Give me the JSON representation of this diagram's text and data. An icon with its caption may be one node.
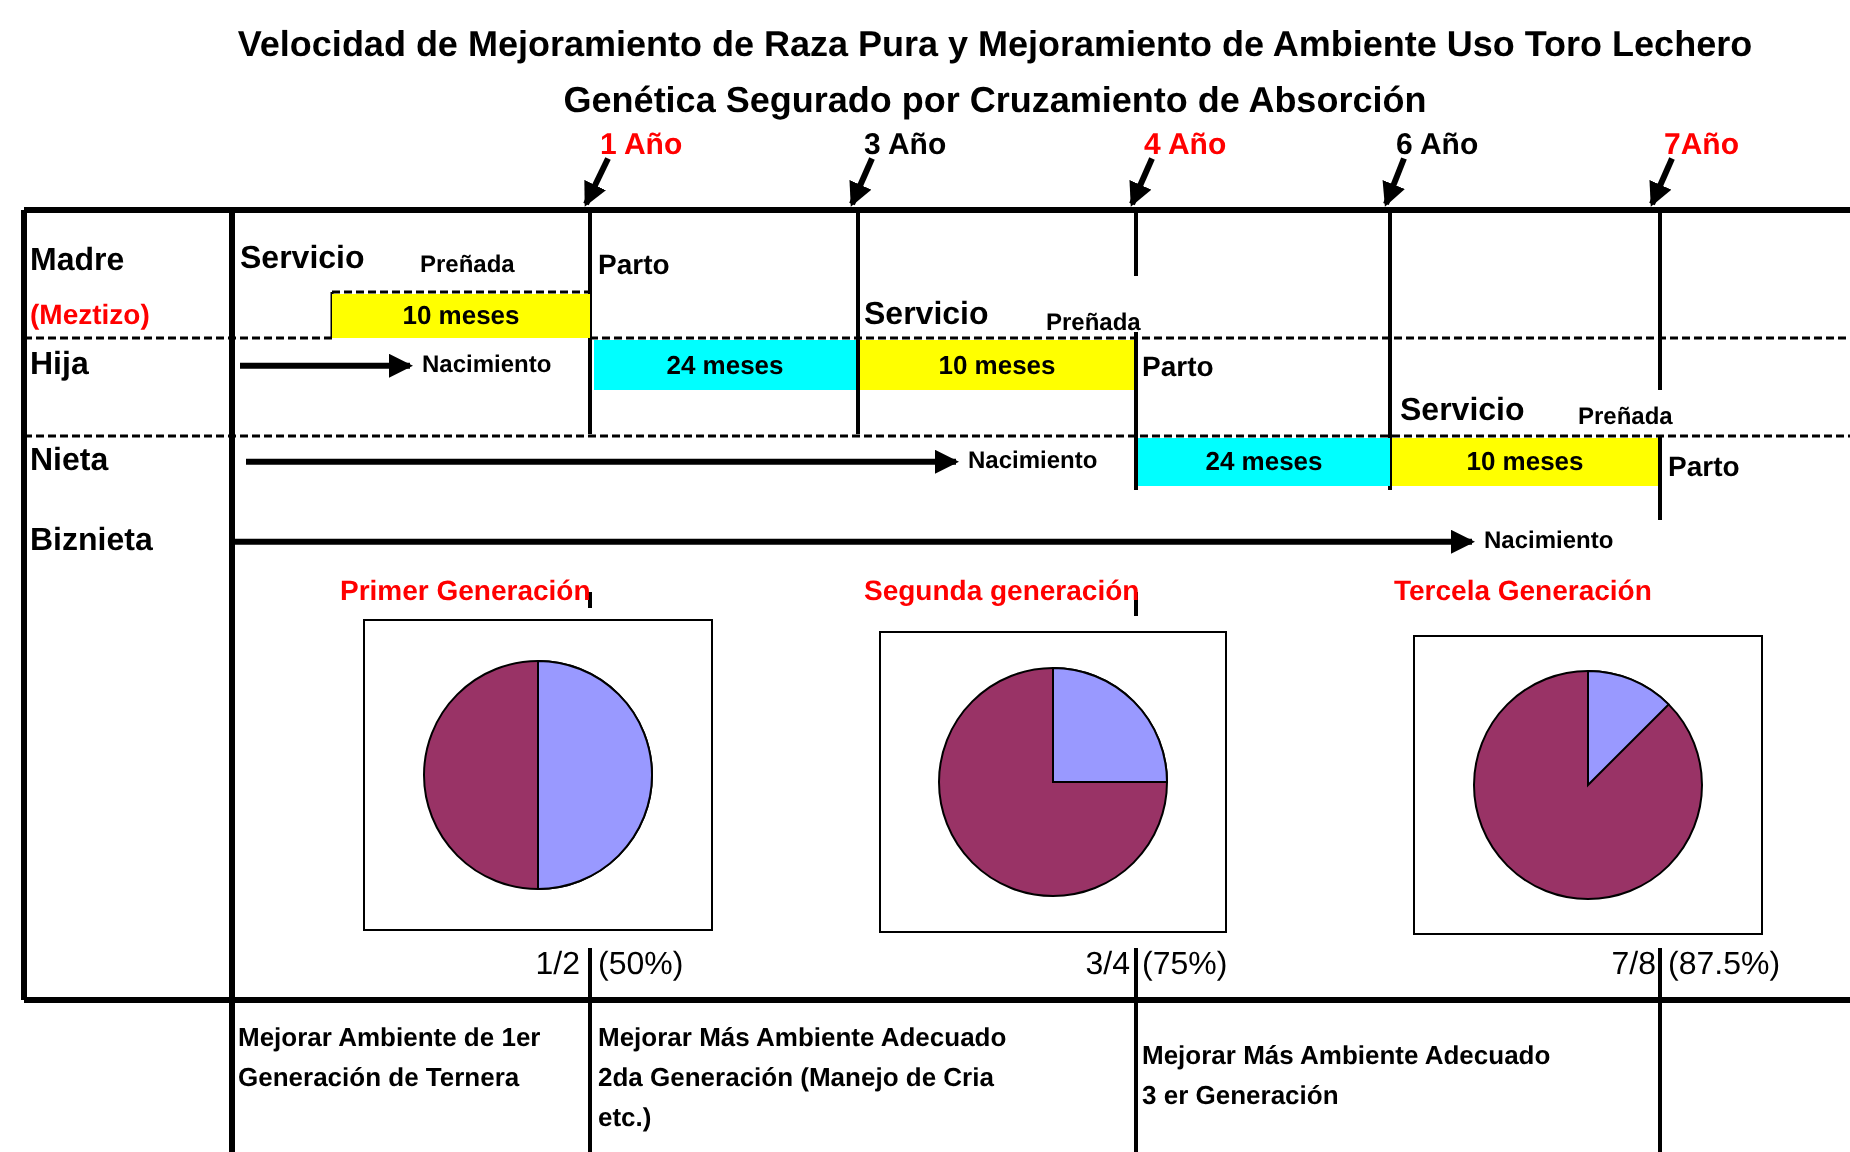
{
  "diagram": {
    "title": "Velocidad de Mejoramiento de Raza Pura y Mejoramiento de Ambiente Uso Toro Lechero Genética Segurado por Cruzamiento de Absorción",
    "nodes": [
      {
        "text": [
          "1 Año"
        ]
      },
      {
        "text": [
          "3 Año"
        ]
      },
      {
        "text": [
          "4 Año"
        ]
      },
      {
        "text": [
          "6 Año"
        ]
      },
      {
        "text": [
          "7Año"
        ]
      },
      {
        "text": [
          "10 meses"
        ]
      },
      {
        "text": [
          "24 meses"
        ]
      },
      {
        "text": [
          "10 meses"
        ]
      },
      {
        "text": [
          "24 meses"
        ]
      },
      {
        "text": [
          "10 meses"
        ]
      },
      {
        "text": [
          "Nacimiento"
        ]
      },
      {
        "text": [
          "Nacimiento"
        ]
      },
      {
        "text": [
          "Nacimiento"
        ]
      }
    ],
    "edges": [
      {
        "from": 0,
        "to": null,
        "arrow": "to"
      },
      {
        "from": 1,
        "to": null,
        "arrow": "to"
      },
      {
        "from": 2,
        "to": null,
        "arrow": "to"
      },
      {
        "from": 3,
        "to": null,
        "arrow": "to"
      },
      {
        "from": 4,
        "to": null,
        "arrow": "to"
      },
      {
        "from": null,
        "to": 10,
        "arrow": "to"
      },
      {
        "from": null,
        "to": 11,
        "arrow": "to"
      },
      {
        "from": null,
        "to": 12,
        "arrow": "to"
      }
    ],
    "labels": [
      "Madre",
      "Servicio",
      "Preñada",
      "Parto",
      "(Meztizo)",
      "Servicio",
      "Preñada",
      "Hija",
      "Parto",
      "Servicio",
      "Preñada",
      "Nieta",
      "Parto",
      "Biznieta",
      "Primer Generación",
      "Segunda generación",
      "Tercela Generación",
      "1/2",
      "(50%)",
      "3/4",
      "(75%)",
      "7/8",
      "(87.5%)",
      "Mejorar Ambiente de 1er Generación de Ternera",
      "Mejorar Más Ambiente Adecuado 2da Generación (Manejo de Cria etc.)",
      "Mejorar Más Ambiente Adecuado 3 er Generación"
    ]
  }
}
